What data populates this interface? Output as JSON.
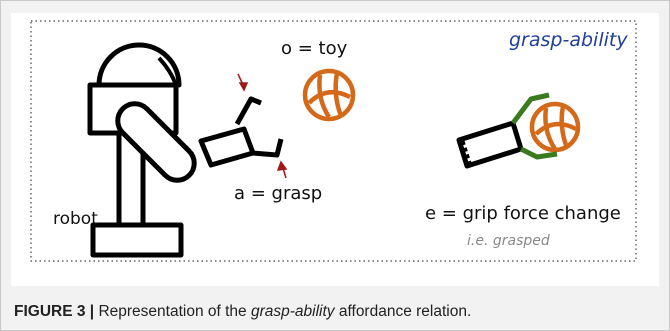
{
  "figure": {
    "title": "grasp-ability",
    "labels": {
      "object": "o = toy",
      "action": "a = grasp",
      "robot": "robot",
      "effect": "e = grip force change",
      "effect_note": "i.e. grasped"
    },
    "caption": {
      "figure_label": "FIGURE 3 |",
      "text_before": "Representation of the",
      "emphasis": "grasp-ability",
      "text_after": "affordance relation."
    }
  },
  "colors": {
    "ball": "#d4691a",
    "gripper_green": "#3b7a1f",
    "title_blue": "#1f3f9a",
    "arrow_red": "#a01818"
  }
}
